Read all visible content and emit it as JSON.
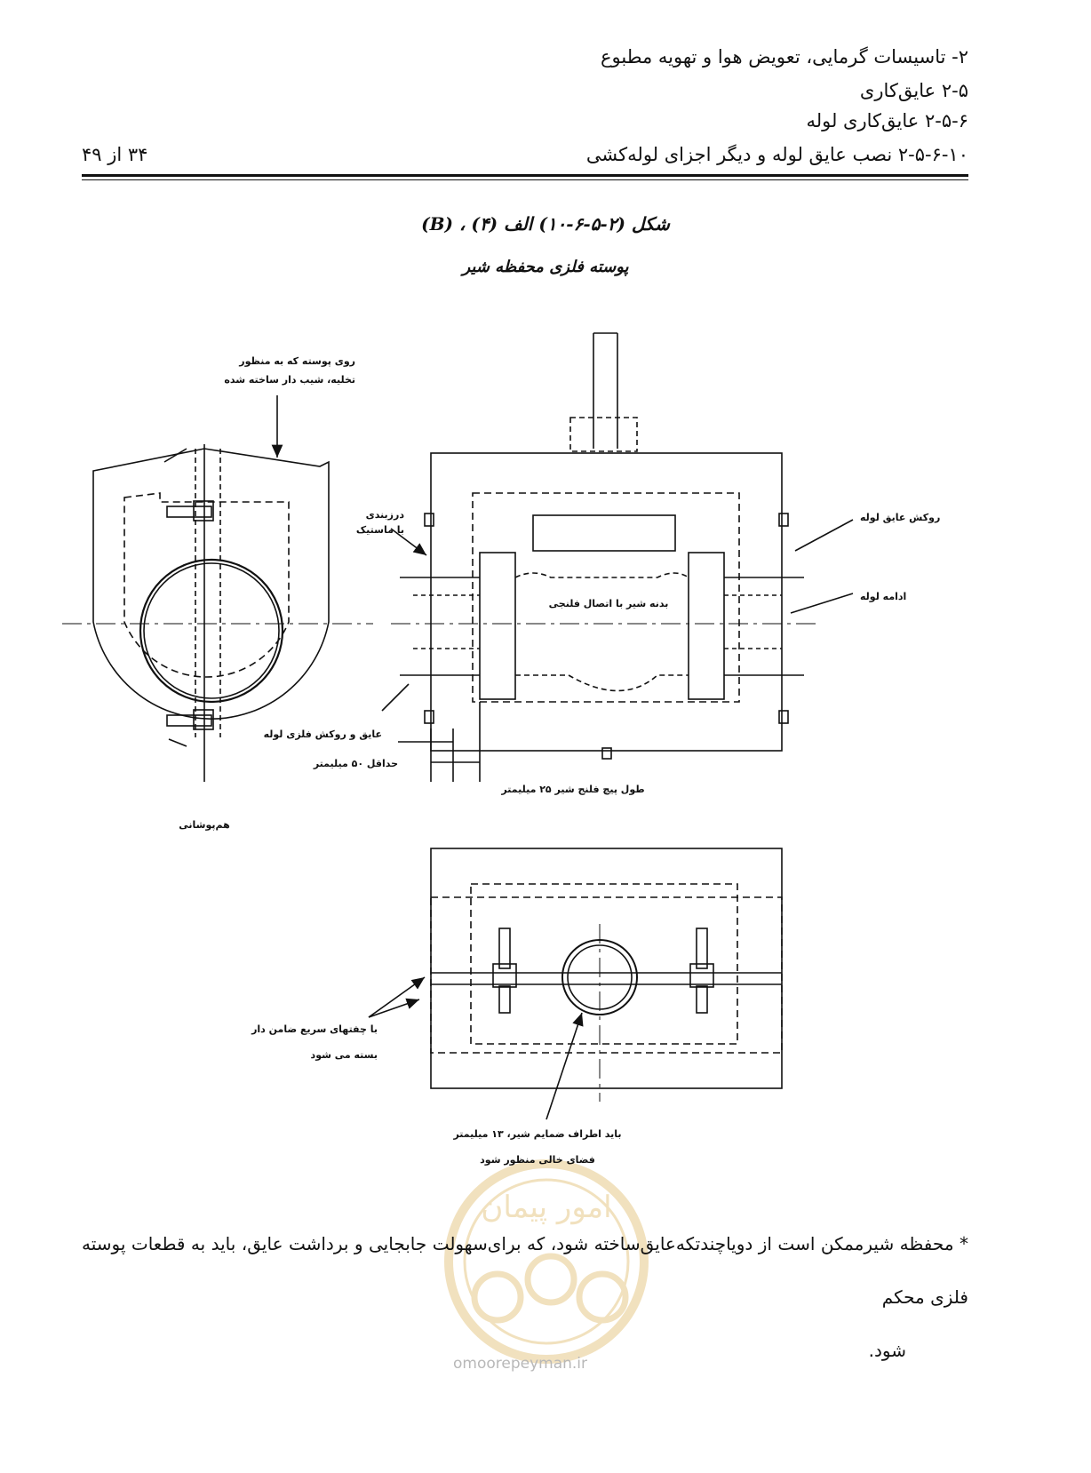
{
  "header": {
    "line1": "۲- تاسیسات گرمایی، تعویض هوا و تهویه مطبوع",
    "line2": "۲-۵ عایق‌کاری",
    "line3": "۲-۵-۶ عایق‌کاری لوله",
    "line4": "۲-۵-۶-۱۰ نصب عایق لوله و دیگر اجزای لوله‌کشی",
    "page": "۳۴ از ۴۹"
  },
  "figure": {
    "caption": "شکل (۲-۵-۶-۱۰) الف (۴) ، (B)",
    "title": "پوسته فلزی محفظه شیر",
    "labels": {
      "top_left_1": "روی پوسته که به منظور",
      "top_left_2": "تخلیه، شیب دار ساخته شده",
      "seal_1": "درزبندی",
      "seal_2": "با ماستیک",
      "jacket": "روکش عایق لوله",
      "pipe_cont": "ادامه لوله",
      "body": "بدنه شیر با اتصال فلنجی",
      "ins_jacket": "عایق و روکش فلزی لوله",
      "min50": "حداقل ۵۰ میلیمتر",
      "bolt": "طول پیچ فلنج شیر ۲۵ میلیمتر",
      "seam": "هم‌پوشانی",
      "clips_1": "با چفتهای سریع ضامن دار",
      "clips_2": "بسته می شود",
      "space_1": "باید اطراف ضمایم شیر، ۱۳ میلیمتر",
      "space_2": "فضای خالی منظور شود"
    }
  },
  "note": {
    "line1": "* محفظه شیرممکن است از دویاچندتکه‌عایق‌ساخته شود، که برای‌سهولت جابجایی و برداشت عایق، باید به قطعات پوسته فلزی محکم",
    "line2": "شود."
  },
  "watermark": {
    "text": "omoorepeyman.ir",
    "logo_text": "امور پیمان"
  },
  "colors": {
    "ink": "#111111",
    "watermark": "#e6c98a"
  }
}
